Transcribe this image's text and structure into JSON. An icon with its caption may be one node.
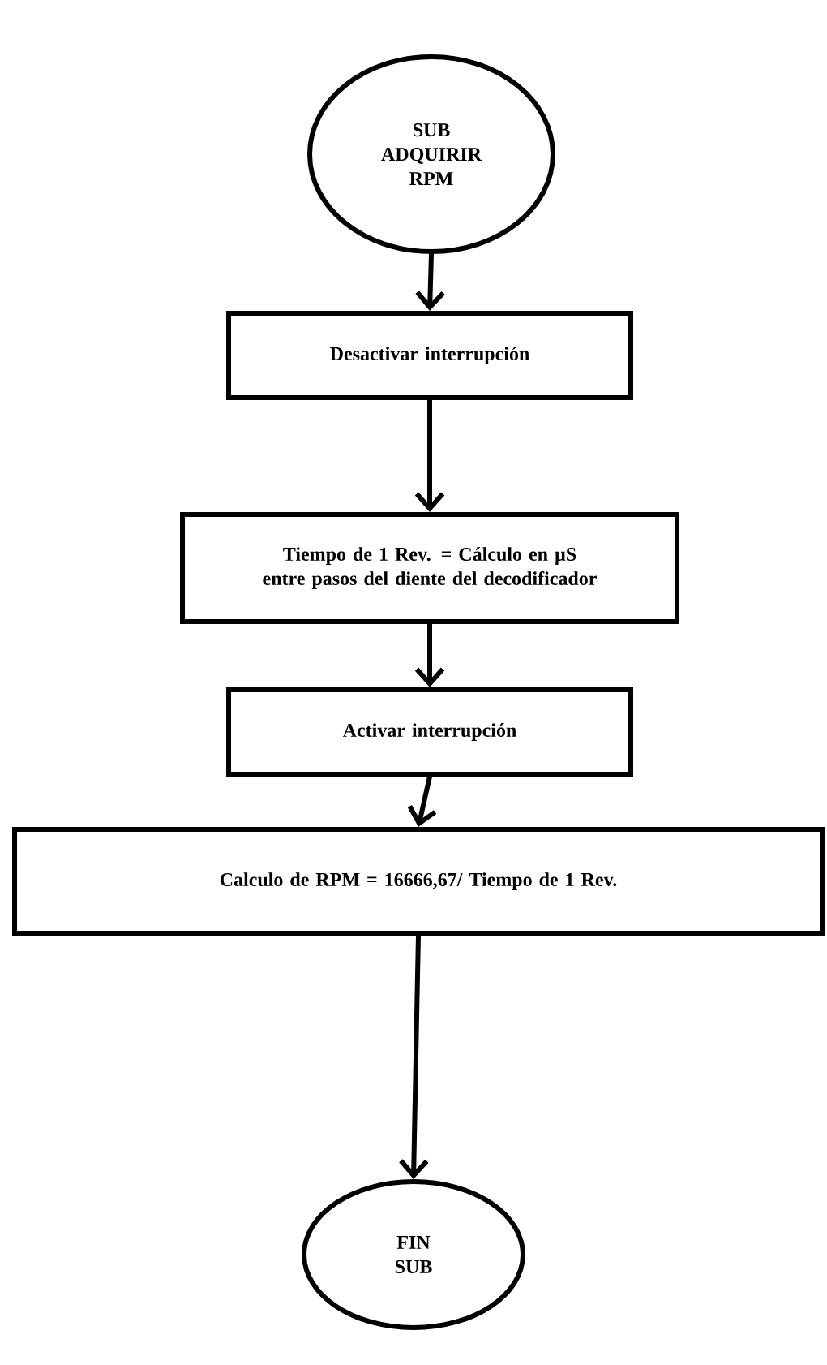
{
  "diagram": {
    "nodes": [
      {
        "text": [
          "SUB ADQUIRIR RPM"
        ]
      },
      {
        "text": [
          "Desactivar interrupción"
        ]
      },
      {
        "text": [
          "Tiempo de 1 Rev. = Cálculo en µS entre pasos del diente del decodificador"
        ]
      },
      {
        "text": [
          "Activar interrupción"
        ]
      },
      {
        "text": [
          "Calculo de RPM = 16666,67/ Tiempo de 1 Rev."
        ]
      },
      {
        "text": [
          "FIN SUB"
        ]
      }
    ],
    "edges": [
      {
        "from": 0,
        "to": 1,
        "arrow": "to"
      },
      {
        "from": 1,
        "to": 2,
        "arrow": "to"
      },
      {
        "from": 2,
        "to": 3,
        "arrow": "to"
      },
      {
        "from": 3,
        "to": 4,
        "arrow": "to"
      },
      {
        "from": 4,
        "to": 5,
        "arrow": "to"
      }
    ]
  }
}
